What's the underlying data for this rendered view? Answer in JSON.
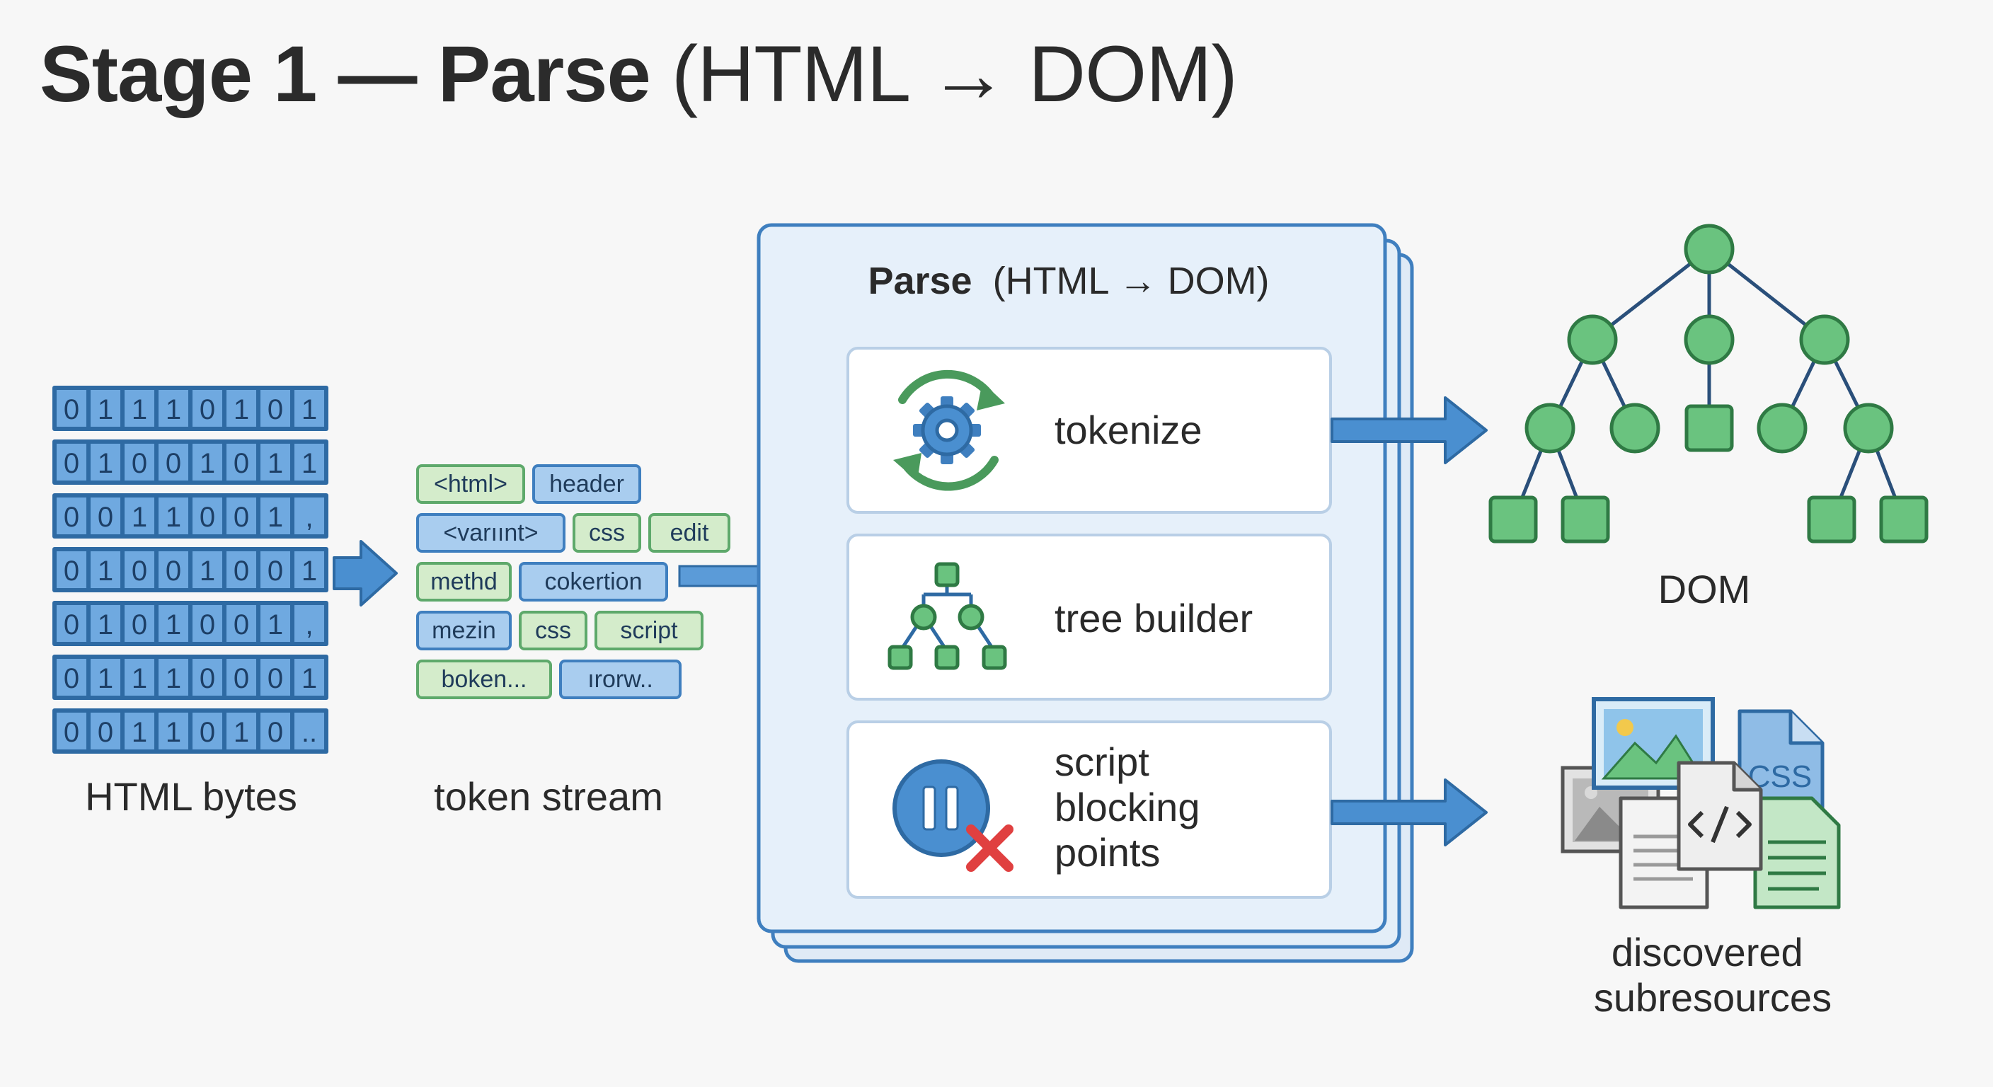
{
  "title": {
    "bold": "Stage 1 — Parse",
    "normal": "(HTML → DOM)"
  },
  "bytes": {
    "caption": "HTML bytes",
    "rows": [
      [
        "0",
        "1",
        "1",
        "1",
        "0",
        "1",
        "0",
        "1"
      ],
      [
        "0",
        "1",
        "0",
        "0",
        "1",
        "0",
        "1",
        "1"
      ],
      [
        "0",
        "0",
        "1",
        "1",
        "0",
        "0",
        "1",
        ","
      ],
      [
        "0",
        "1",
        "0",
        "0",
        "1",
        "0",
        "0",
        "1"
      ],
      [
        "0",
        "1",
        "0",
        "1",
        "0",
        "0",
        "1",
        ","
      ],
      [
        "0",
        "1",
        "1",
        "1",
        "0",
        "0",
        "0",
        "1"
      ],
      [
        "0",
        "0",
        "1",
        "1",
        "0",
        "1",
        "0",
        ".."
      ]
    ]
  },
  "tokens": {
    "caption": "token stream",
    "rows": [
      [
        {
          "text": "<html>",
          "kind": "green"
        },
        {
          "text": "header",
          "kind": "blue"
        }
      ],
      [
        {
          "text": "<varıınt>",
          "kind": "blue"
        },
        {
          "text": "css",
          "kind": "green"
        },
        {
          "text": "edit",
          "kind": "green"
        }
      ],
      [
        {
          "text": "methd",
          "kind": "green"
        },
        {
          "text": "cokertion",
          "kind": "blue"
        }
      ],
      [
        {
          "text": "mezin",
          "kind": "blue"
        },
        {
          "text": "css",
          "kind": "green"
        },
        {
          "text": "script",
          "kind": "green"
        }
      ],
      [
        {
          "text": "boken...",
          "kind": "green"
        },
        {
          "text": "ırorw..",
          "kind": "blue"
        }
      ]
    ]
  },
  "parse_box": {
    "title_bold": "Parse",
    "title_normal": "(HTML → DOM)",
    "steps": [
      {
        "label": "tokenize",
        "icon": "gear-refresh-icon"
      },
      {
        "label": "tree builder",
        "icon": "tree-icon"
      },
      {
        "label_lines": [
          "script",
          "blocking",
          "points"
        ],
        "icon": "pause-blocked-icon"
      }
    ]
  },
  "outputs": {
    "dom_caption": "DOM",
    "subresources_caption_lines": [
      "discovered",
      "subresources"
    ],
    "css_file_label": "CSS"
  },
  "colors": {
    "blue": "#4a8fd0",
    "blue_dark": "#2e6aa3",
    "blue_light": "#d6e6f5",
    "green": "#6ac37f",
    "green_dark": "#2f7a44",
    "green_light": "#d4eccb",
    "red": "#e04040"
  }
}
